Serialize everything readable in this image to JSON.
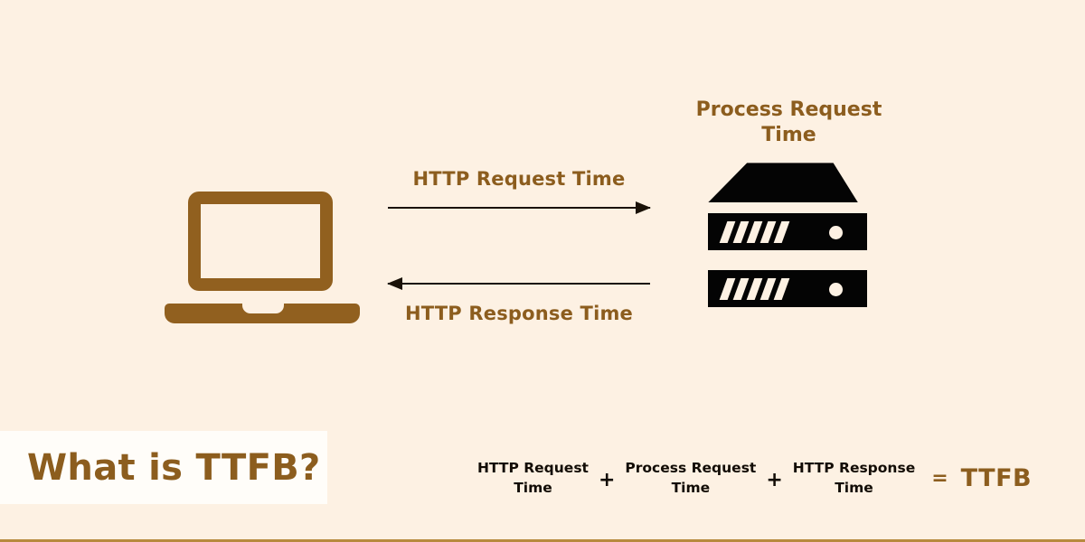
{
  "theme": {
    "background": "#fdf1e3",
    "brand_brown": "#8c5d1e",
    "ink_black": "#040404",
    "banner_white": "#fffdf9",
    "bottom_rule": "#b78a3e"
  },
  "title_banner": {
    "text": "What is TTFB?"
  },
  "diagram": {
    "client": {
      "icon_name": "laptop-icon",
      "color": "#91601f"
    },
    "server": {
      "heading_line1": "Process Request",
      "heading_line2": "Time",
      "heading_full": "Process Request Time",
      "icon_name": "server-rack-icon",
      "units": 2,
      "vents_per_unit": 5
    },
    "flows": [
      {
        "id": "request",
        "label": "HTTP Request Time",
        "direction": "right",
        "label_position": "above"
      },
      {
        "id": "response",
        "label": "HTTP Response Time",
        "direction": "left",
        "label_position": "below"
      }
    ]
  },
  "formula": {
    "terms": [
      {
        "line1": "HTTP Request",
        "line2": "Time"
      },
      {
        "line1": "Process Request",
        "line2": "Time"
      },
      {
        "line1": "HTTP Response",
        "line2": "Time"
      }
    ],
    "operators": [
      "+",
      "+"
    ],
    "equals": "=",
    "result": "TTFB"
  }
}
